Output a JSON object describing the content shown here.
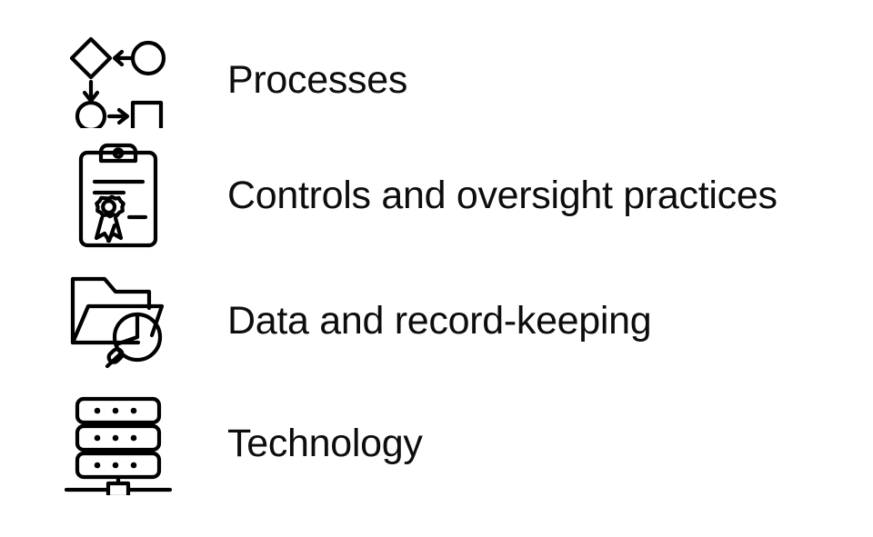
{
  "slide": {
    "background_color": "#ffffff",
    "text_color": "#0d0d0d",
    "stroke_color": "#000000",
    "rows": [
      {
        "label": "Processes",
        "icon": "process-flowchart-icon"
      },
      {
        "label": "Controls and oversight practices",
        "icon": "clipboard-certificate-icon"
      },
      {
        "label": "Data and record-keeping",
        "icon": "folder-magnifier-piechart-icon"
      },
      {
        "label": "Technology",
        "icon": "server-rack-network-icon"
      }
    ]
  }
}
